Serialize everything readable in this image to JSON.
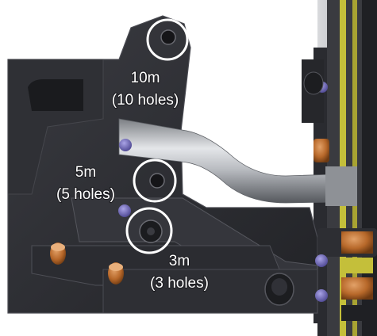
{
  "annotations": [
    {
      "id": "hole-10m",
      "line1": "10m",
      "line2": "(10 holes)"
    },
    {
      "id": "hole-5m",
      "line1": "5m",
      "line2": "(5 holes)"
    },
    {
      "id": "hole-3m",
      "line1": "3m",
      "line2": "(3 holes)"
    }
  ],
  "colors": {
    "plate": "#2d2e33",
    "plate_edge": "#4a4b52",
    "tube": "#b9bcc1",
    "copper": "#b7682a",
    "olive_stripe": "#c4bf3a",
    "purple_bolt": "#6a63b2",
    "circle": "#ffffff"
  }
}
